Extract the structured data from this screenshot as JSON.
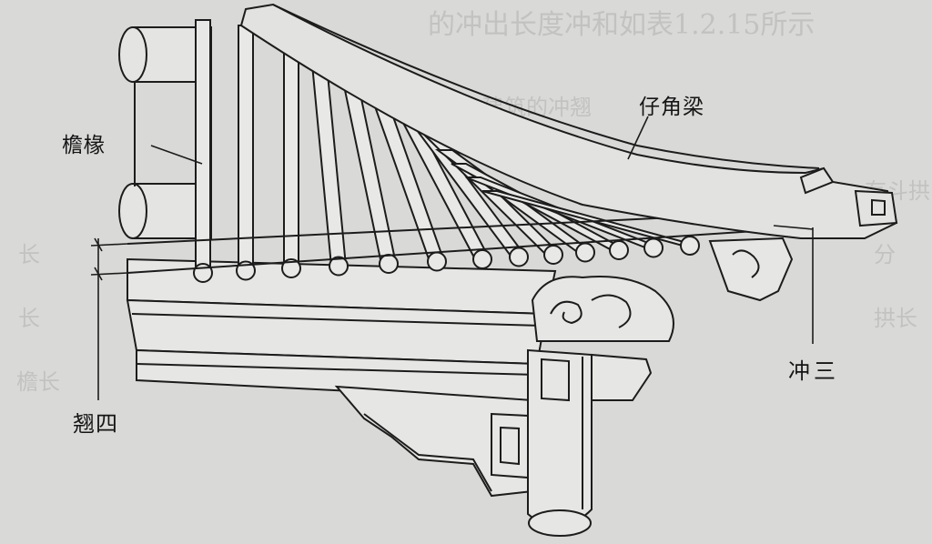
{
  "labels": {
    "eave_rafter": "檐椽",
    "corner_beam": "仔角梁",
    "chong_san": "冲三",
    "qiao_si": "翘四"
  },
  "background_text": {
    "line1": "的冲出长度冲和如表1.2.15所示",
    "line2": "建筑的冲翘",
    "line3": "长",
    "line4": "长",
    "line5": "有斗拱",
    "line6": "檐长",
    "line7": "分",
    "line8": "拱长"
  },
  "colors": {
    "background": "#d9d9d7",
    "line": "#1c1c1c",
    "fill_light": "#e6e6e4"
  }
}
